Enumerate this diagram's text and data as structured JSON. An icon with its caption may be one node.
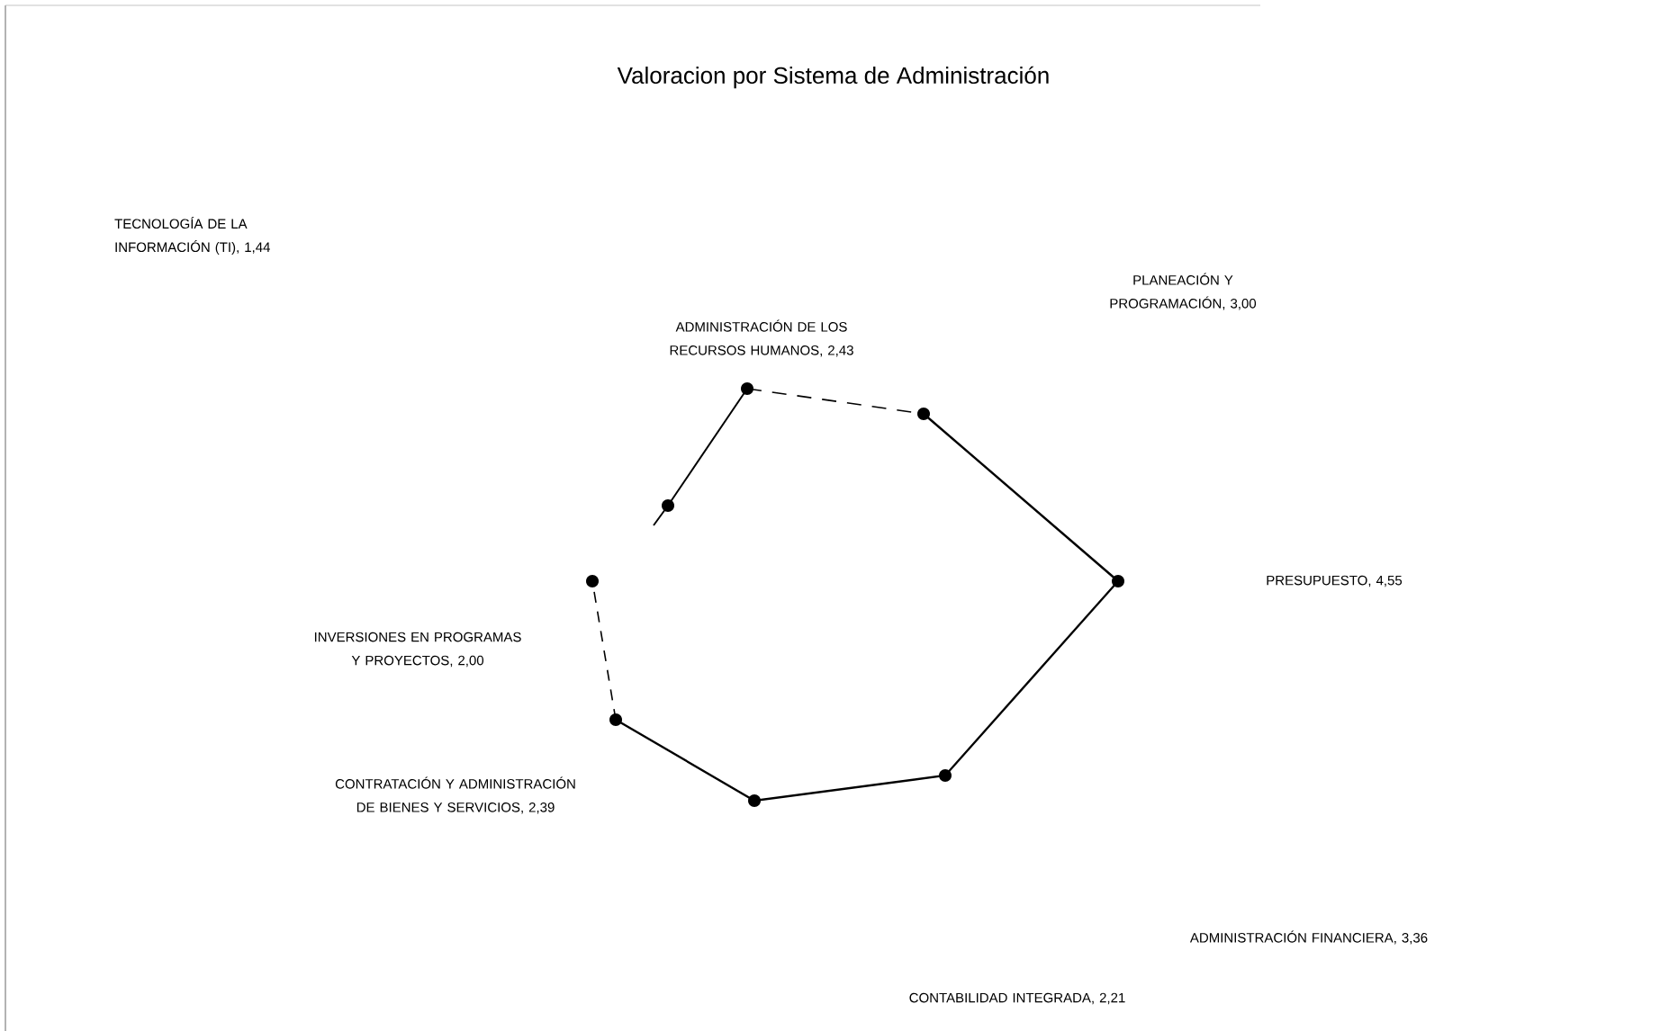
{
  "diagram": {
    "title": "Valoracion por Sistema de Administración",
    "labels": [
      "TECNOLOGÍA DE LA INFORMACIÓN (TI), 1,44",
      "PLANEACIÓN Y PROGRAMACIÓN, 3,00",
      "ADMINISTRACIÓN DE LOS RECURSOS HUMANOS, 2,43",
      "PRESUPUESTO, 4,55",
      "INVERSIONES EN PROGRAMAS Y PROYECTOS, 2,00",
      "CONTRATACIÓN Y ADMINISTRACIÓN DE BIENES Y SERVICIOS, 2,39",
      "ADMINISTRACIÓN FINANCIERA, 3,36",
      "CONTABILIDAD INTEGRADA, 2,21"
    ]
  }
}
